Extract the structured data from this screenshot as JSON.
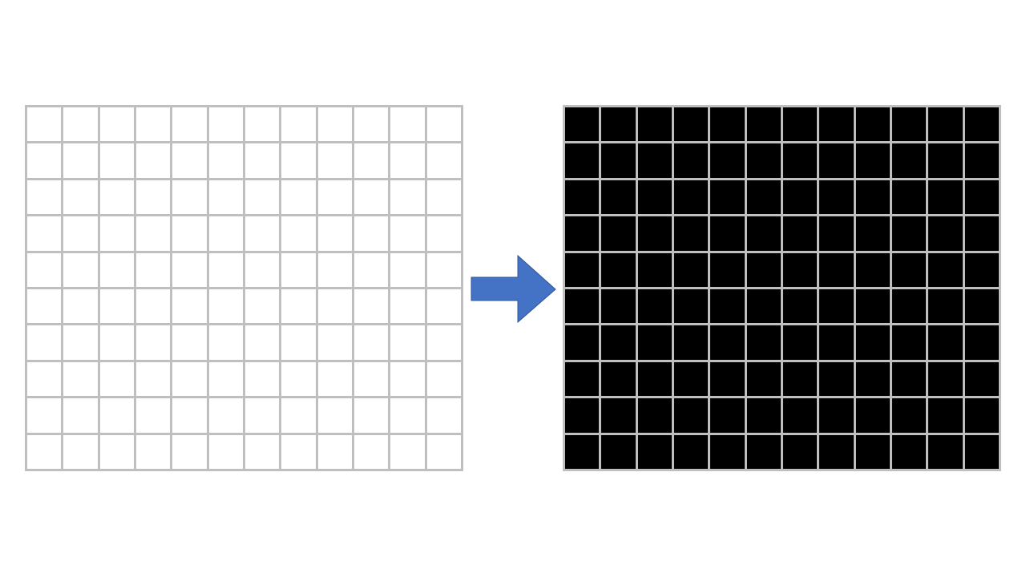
{
  "colors": {
    "background": "#ffffff",
    "grid_line": "#bfbfbf",
    "arrow_fill": "#4472c4",
    "arrow_stroke": "#2f5597"
  },
  "grid_before": {
    "rows": 10,
    "cols": 12,
    "cell_fill": "#ffffff"
  },
  "grid_after": {
    "rows": 10,
    "cols": 12,
    "cell_fill": "#000000"
  },
  "arrow": {
    "icon": "right-arrow-icon",
    "direction": "right"
  }
}
